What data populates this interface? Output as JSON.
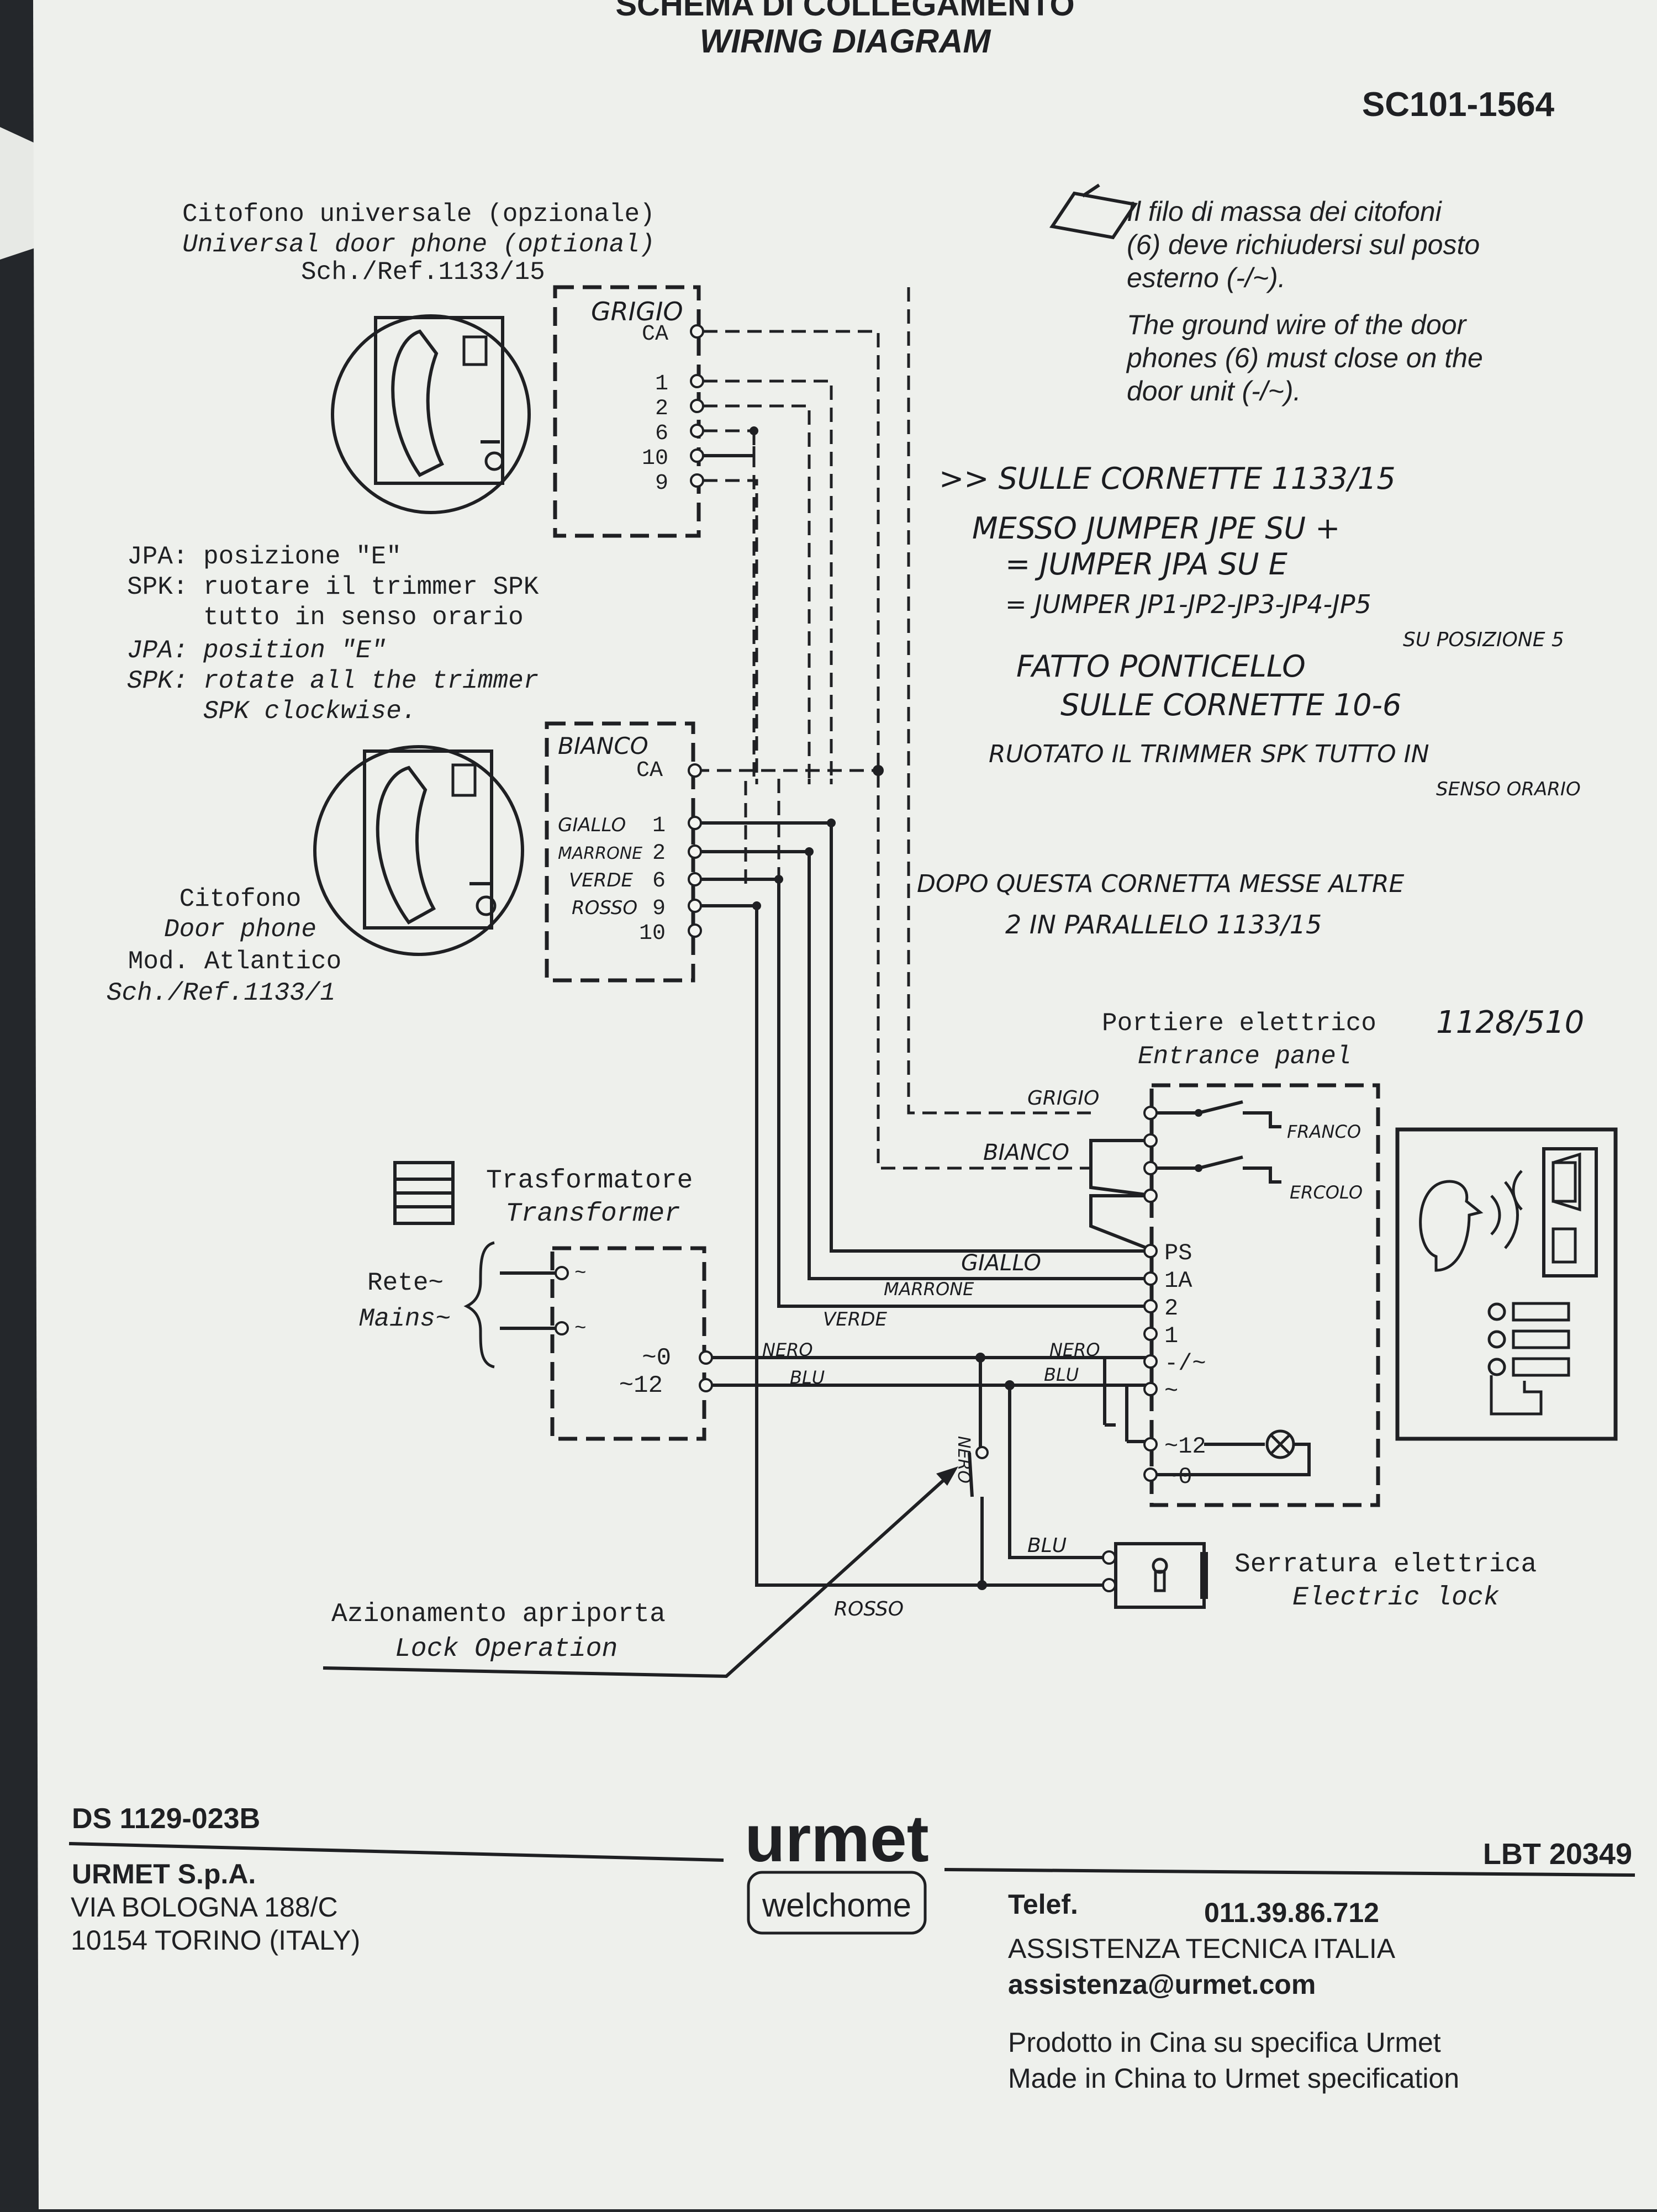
{
  "header": {
    "title_it": "SCHEMA DI COLLEGAMENTO",
    "title_en": "WIRING DIAGRAM",
    "code": "SC101-1564"
  },
  "note": {
    "it_lines": [
      "Il filo di massa dei citofoni",
      "(6) deve richiudersi sul posto",
      "esterno (-/~)."
    ],
    "en_lines": [
      "The ground wire of the door",
      "phones (6) must close on the",
      "door unit (-/~)."
    ]
  },
  "universal_phone": {
    "lines": [
      "Citofono universale (opzionale)",
      "Universal door phone (optional)",
      "Sch./Ref.1133/15"
    ],
    "handwritten_label": "GRIGIO",
    "terminals": [
      "CA",
      "1",
      "2",
      "6",
      "10",
      "9"
    ]
  },
  "settings_lines": [
    "JPA: posizione \"E\"",
    "SPK: ruotare il trimmer SPK",
    "     tutto in senso orario",
    "JPA: position \"E\"",
    "SPK: rotate all the trimmer",
    "     SPK clockwise."
  ],
  "door_phone": {
    "lines": [
      "Citofono",
      "Door phone",
      "Mod. Atlantico",
      "Sch./Ref.1133/1"
    ],
    "handwritten_label": "BIANCO",
    "terminals": [
      "CA",
      "1",
      "2",
      "6",
      "9",
      "10"
    ],
    "wire_colors": [
      "GIALLO",
      "MARRONE",
      "VERDE",
      "ROSSO"
    ]
  },
  "handwritten_notes": {
    "block1": [
      ">> SULLE CORNETTE 1133/15",
      "MESSO JUMPER JPE SU +",
      "= JUMPER JPA SU E",
      "= JUMPER JP1-JP2-JP3-JP4-JP5",
      "SU POSIZIONE 5",
      "FATTO PONTICELLO",
      "SULLE CORNETTE 10-6",
      "RUOTATO IL TRIMMER SPK TUTTO IN",
      "SENSO ORARIO"
    ],
    "block2": [
      "DOPO QUESTA CORNETTA MESSE ALTRE",
      "2 IN PARALLELO 1133/15"
    ],
    "entrance_model": "1128/510"
  },
  "entrance_panel": {
    "label_it": "Portiere elettrico",
    "label_en": "Entrance panel",
    "terminals": [
      "PS",
      "1A",
      "2",
      "1",
      "-/~",
      "~",
      "~12",
      "~0"
    ],
    "switch_labels": [
      "FRANCO",
      "ERCOLO"
    ],
    "wire_labels": [
      "GRIGIO",
      "BIANCO",
      "GIALLO",
      "MARRONE",
      "VERDE",
      "NERO",
      "BLU"
    ]
  },
  "transformer": {
    "label_it": "Trasformatore",
    "label_en": "Transformer",
    "mains_it": "Rete~",
    "mains_en": "Mains~",
    "outputs": [
      "~0",
      "~12"
    ],
    "wire_labels": [
      "NERO",
      "BLU"
    ]
  },
  "lock": {
    "label_it": "Serratura elettrica",
    "label_en": "Electric lock",
    "wire_labels": [
      "BLU",
      "ROSSO"
    ]
  },
  "lock_operation": {
    "label_it": "Azionamento apriporta",
    "label_en": "Lock Operation",
    "switch_wire": "NERO"
  },
  "footer": {
    "ds_code": "DS 1129-023B",
    "company": "URMET S.p.A.",
    "address1": "VIA BOLOGNA 188/C",
    "address2": "10154 TORINO (ITALY)",
    "brand": "urmet",
    "tagline": "welchome",
    "lbt_code": "LBT 20349",
    "tel_label": "Telef.",
    "tel_number": "011.39.86.712",
    "support": "ASSISTENZA TECNICA ITALIA",
    "email": "assistenza@urmet.com",
    "made_it": "Prodotto in Cina su specifica Urmet",
    "made_en": "Made in China to Urmet specification"
  },
  "colors": {
    "paper": "#eef0ec",
    "ink": "#1f2023",
    "background": "#24272b"
  }
}
